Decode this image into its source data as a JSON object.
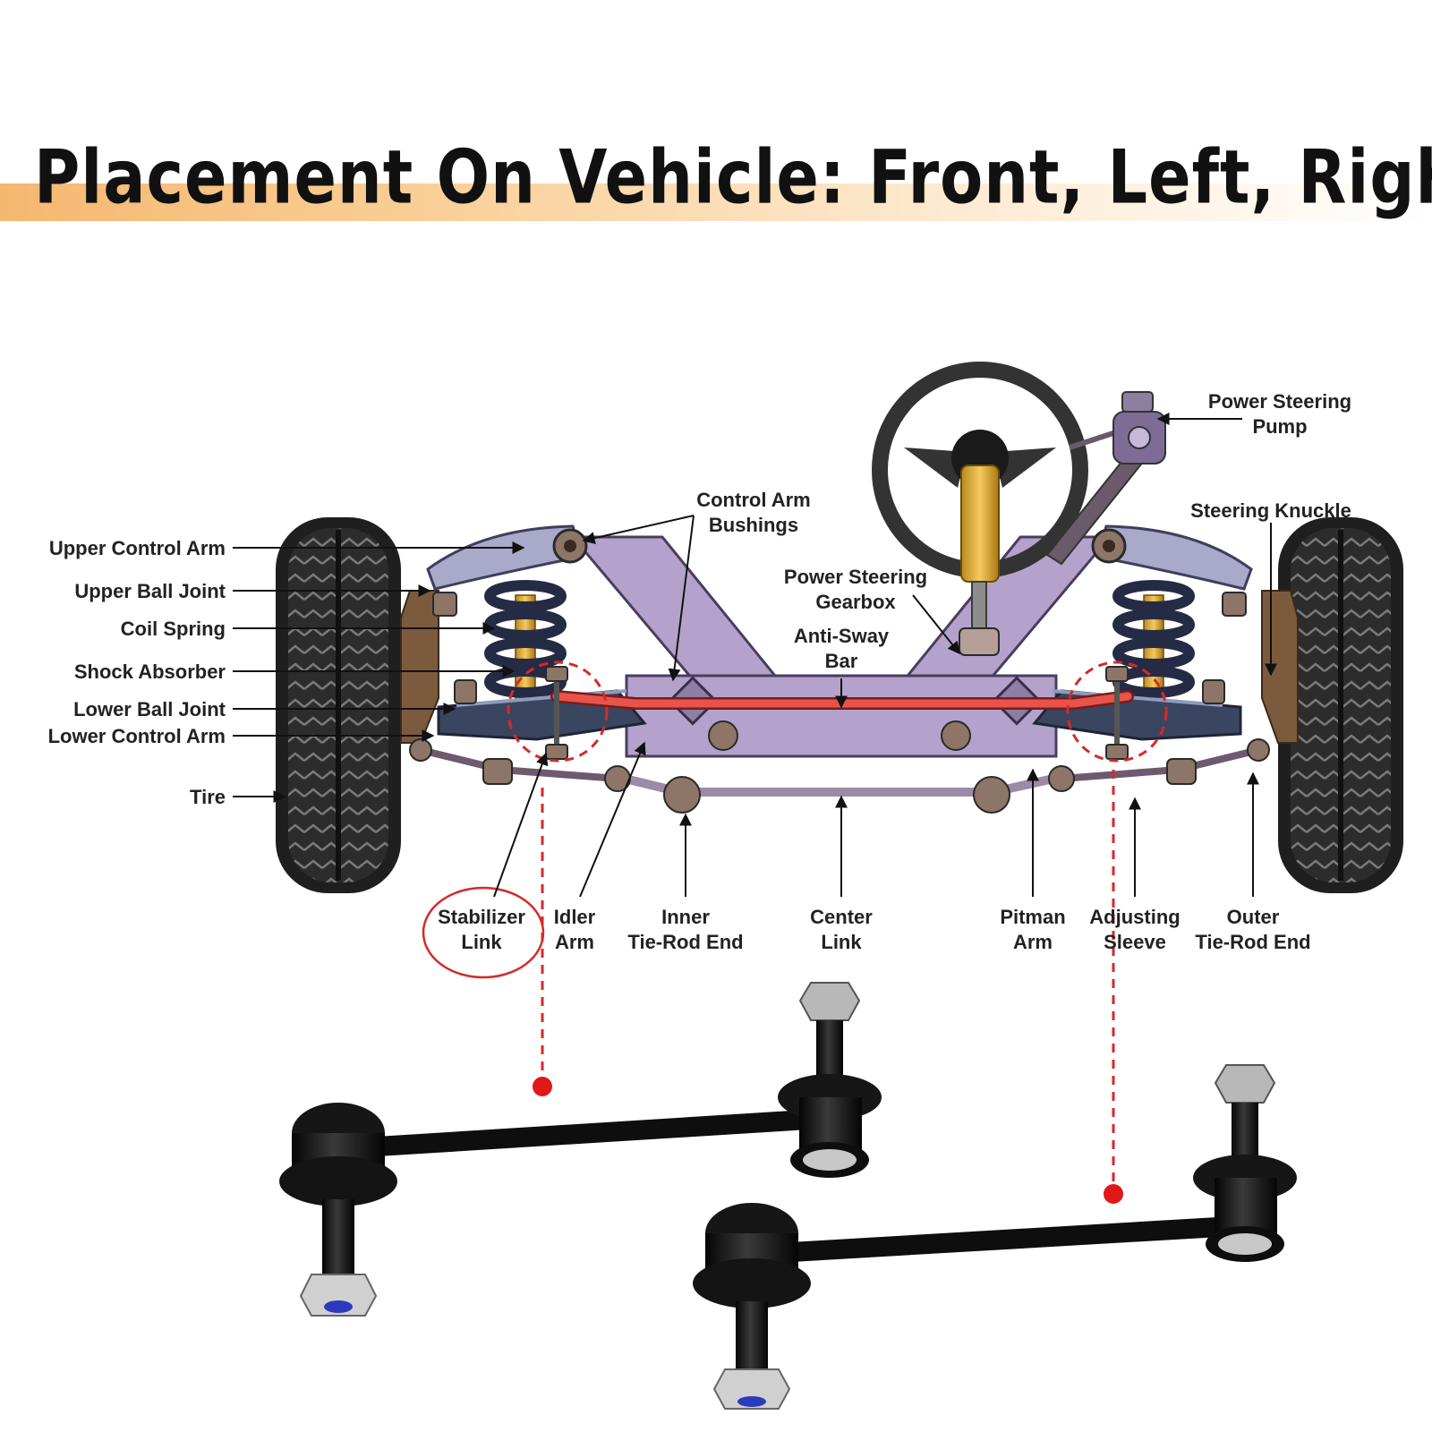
{
  "title": "Placement On Vehicle: Front, Left, Right",
  "colors": {
    "title_band": "#f5b770",
    "frame": "#b4a2cc",
    "anti_sway_bar": "#e8534a",
    "highlight": "#d32b2b",
    "tire": "#2a2a2a",
    "part_black": "#141414"
  },
  "labels": {
    "upper_control_arm": "Upper Control Arm",
    "upper_ball_joint": "Upper Ball Joint",
    "coil_spring": "Coil Spring",
    "shock_absorber": "Shock Absorber",
    "lower_ball_joint": "Lower Ball Joint",
    "lower_control_arm": "Lower Control Arm",
    "tire": "Tire",
    "control_arm_bushings": [
      "Control Arm",
      "Bushings"
    ],
    "power_steering_gearbox": [
      "Power Steering",
      "Gearbox"
    ],
    "anti_sway_bar": [
      "Anti-Sway",
      "Bar"
    ],
    "power_steering_pump": [
      "Power Steering",
      "Pump"
    ],
    "steering_knuckle": "Steering Knuckle",
    "stabilizer_link": [
      "Stabilizer",
      "Link"
    ],
    "idler_arm": [
      "Idler",
      "Arm"
    ],
    "inner_tie_rod_end": [
      "Inner",
      "Tie-Rod End"
    ],
    "center_link": [
      "Center",
      "Link"
    ],
    "pitman_arm": [
      "Pitman",
      "Arm"
    ],
    "adjusting_sleeve": [
      "Adjusting",
      "Sleeve"
    ],
    "outer_tie_rod_end": [
      "Outer",
      "Tie-Rod End"
    ]
  }
}
